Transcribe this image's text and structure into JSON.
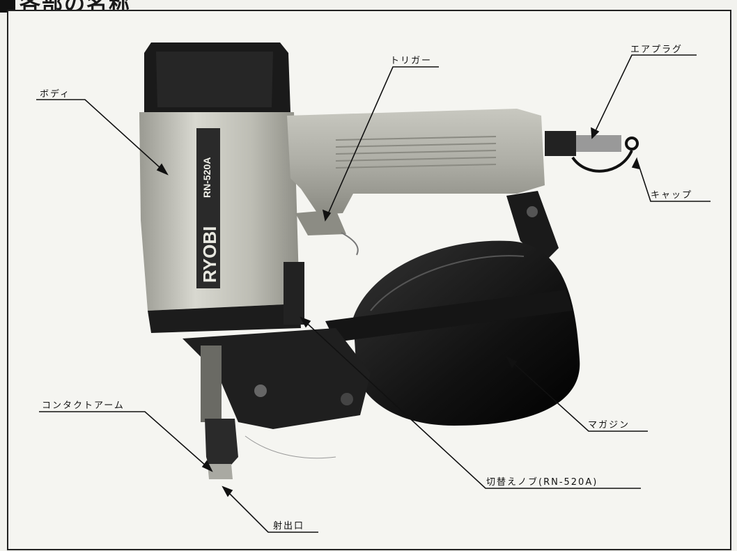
{
  "header": {
    "title": "各部の名称"
  },
  "labels": {
    "body": "ボディ",
    "trigger": "トリガー",
    "air_plug": "エアプラグ",
    "cap": "キャップ",
    "contact_arm": "コンタクトアーム",
    "magazine": "マガジン",
    "switch_knob": "切替えノブ(RN-520A)",
    "nozzle": "射出口"
  },
  "tool": {
    "brand": "RYOBI",
    "model": "RN-520A"
  }
}
